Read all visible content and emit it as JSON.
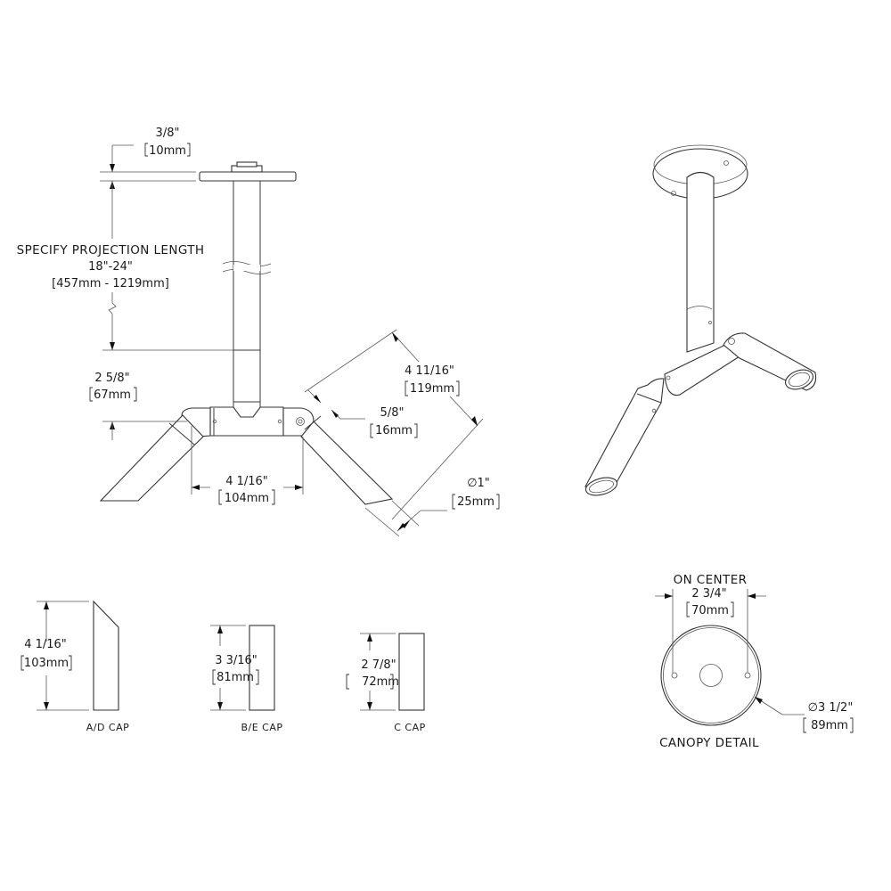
{
  "drawing": {
    "front_view": {
      "canopy_thickness": {
        "imperial": "3/8\"",
        "metric": "10mm"
      },
      "projection": {
        "label": "SPECIFY PROJECTION LENGTH",
        "imperial": "18\"-24\"",
        "metric": "[457mm - 1219mm]"
      },
      "hub_height": {
        "imperial": "2 5/8\"",
        "metric": "67mm"
      },
      "hub_width": {
        "imperial": "4 1/16\"",
        "metric": "104mm"
      },
      "arm_length": {
        "imperial": "4 11/16\"",
        "metric": "119mm"
      },
      "arm_offset": {
        "imperial": "5/8\"",
        "metric": "16mm"
      },
      "arm_diameter": {
        "imperial": "1\"",
        "metric": "25mm",
        "symbol": "∅"
      }
    },
    "caps": [
      {
        "name": "A/D CAP",
        "imperial": "4 1/16\"",
        "metric": "103mm"
      },
      {
        "name": "B/E CAP",
        "imperial": "3 3/16\"",
        "metric": "81mm"
      },
      {
        "name": "C CAP",
        "imperial": "2 7/8\"",
        "metric": "72mm"
      }
    ],
    "canopy_detail": {
      "title": "CANOPY DETAIL",
      "on_center_label": "ON CENTER",
      "on_center_imperial": "2 3/4\"",
      "on_center_metric": "70mm",
      "diameter_imperial": "3 1/2\"",
      "diameter_metric": "89mm",
      "symbol": "∅"
    }
  }
}
